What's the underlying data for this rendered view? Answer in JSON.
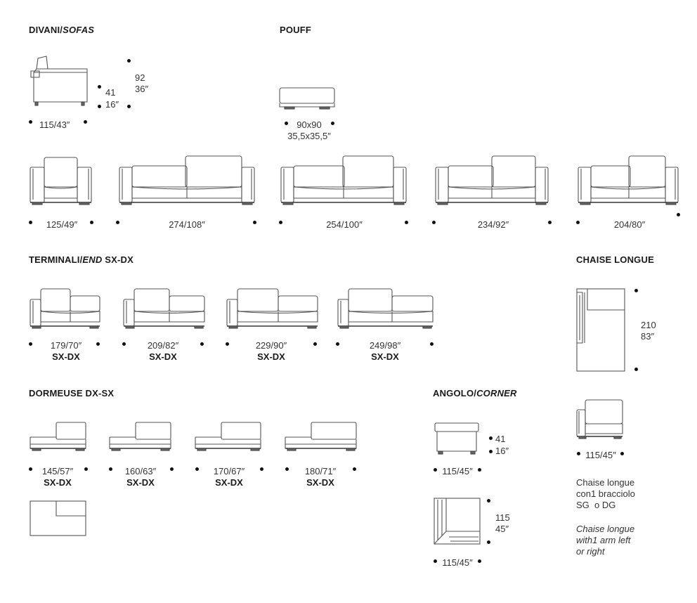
{
  "sections": {
    "sofas": {
      "title_plain": "DIVANI/",
      "title_italic": "SOFAS"
    },
    "pouff": {
      "title": "POUFF"
    },
    "end": {
      "title_plain": "TERMINALI/",
      "title_italic": "END",
      "title_suffix": " SX-DX"
    },
    "chaise": {
      "title": "CHAISE LONGUE"
    },
    "dormeuse": {
      "title": "DORMEUSE DX-SX"
    },
    "corner": {
      "title_plain": "ANGOLO/",
      "title_italic": "CORNER"
    }
  },
  "sofa_side": {
    "height_cm": "92",
    "height_in": "36″",
    "seat_cm": "41",
    "seat_in": "16″",
    "depth": "115/43″"
  },
  "pouff_dims": {
    "cm": "90x90",
    "in": "35,5x35,5″"
  },
  "sofa_widths": [
    "125/49″",
    "274/108″",
    "254/100″",
    "234/92″",
    "204/80″"
  ],
  "end_widths": [
    "179/70″",
    "209/82″",
    "229/90″",
    "249/98″"
  ],
  "end_sides": [
    "SX-DX",
    "SX-DX",
    "SX-DX",
    "SX-DX"
  ],
  "dormeuse_widths": [
    "145/57″",
    "160/63″",
    "170/67″",
    "180/71″"
  ],
  "dormeuse_sides": [
    "SX-DX",
    "SX-DX",
    "SX-DX",
    "SX-DX"
  ],
  "chaise_dims": {
    "length_cm": "210",
    "length_in": "83″",
    "width": "115/45″"
  },
  "corner_dims": {
    "seat_cm": "41",
    "seat_in": "16″",
    "side_width": "115/45″",
    "depth_cm": "115",
    "depth_in": "45″",
    "top_width": "115/45″"
  },
  "chaise_note_it": {
    "line1": "Chaise longue",
    "line2": "con1 bracciolo",
    "line3": "SG  o DG"
  },
  "chaise_note_en": {
    "line1": "Chaise longue",
    "line2": "with1 arm left",
    "line3": "or right"
  }
}
